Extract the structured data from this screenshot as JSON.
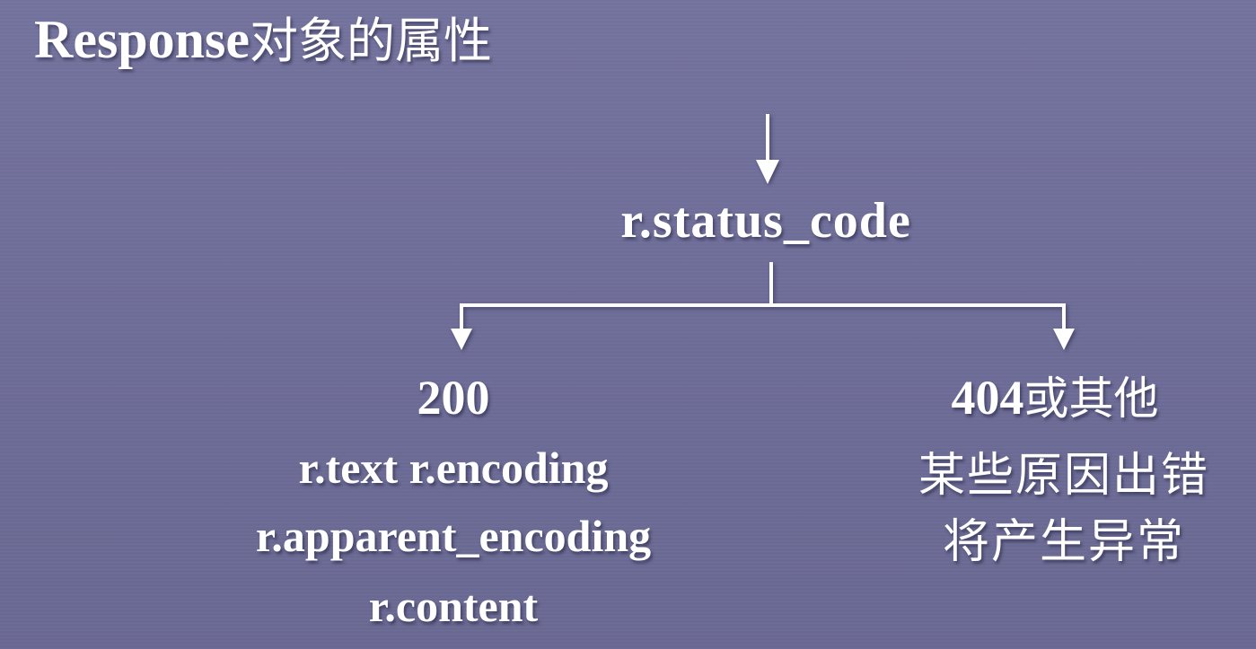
{
  "slide": {
    "title_en": "Response",
    "title_cn": "对象的属性",
    "background_color": "#6f6e99",
    "text_color": "#ffffff"
  },
  "diagram": {
    "root": {
      "label": "r.status_code"
    },
    "branches": [
      {
        "id": "success",
        "code": "200",
        "lines": [
          "r.text r.encoding",
          "r.apparent_encoding",
          "r.content"
        ]
      },
      {
        "id": "error",
        "code_num": "404",
        "code_cn": "或其他",
        "lines": [
          "某些原因出错",
          "将产生异常"
        ]
      }
    ],
    "connectors": {
      "incoming_arrow": "arrow-down-icon",
      "branch_arrows": [
        "arrow-down-icon",
        "arrow-down-icon"
      ]
    }
  }
}
